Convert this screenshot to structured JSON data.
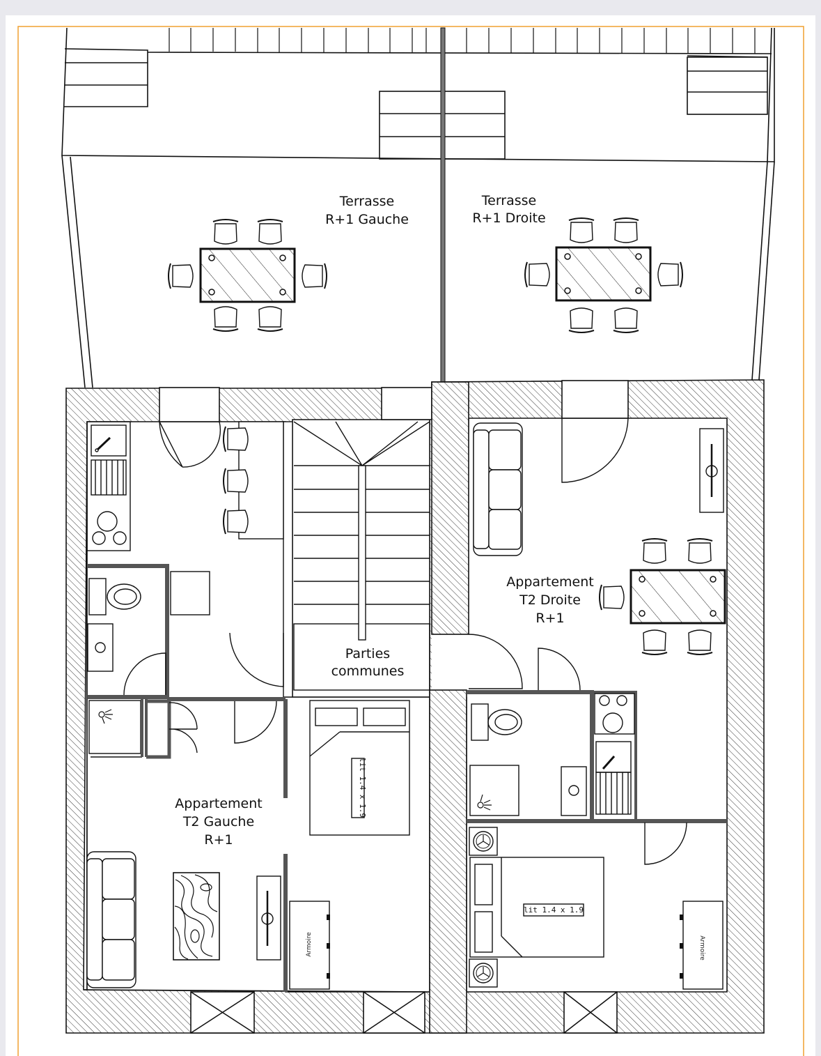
{
  "colors": {
    "page_border": "#f0a030",
    "background": "#e9e9ee",
    "line": "#111111",
    "wall_fill": "#777777"
  },
  "labels": {
    "terrace_left_l1": "Terrasse",
    "terrace_left_l2": "R+1 Gauche",
    "terrace_right_l1": "Terrasse",
    "terrace_right_l2": "R+1 Droite",
    "common_l1": "Parties",
    "common_l2": "communes",
    "apt_right_l1": "Appartement",
    "apt_right_l2": "T2 Droite",
    "apt_right_l3": "R+1",
    "apt_left_l1": "Appartement",
    "apt_left_l2": "T2 Gauche",
    "apt_left_l3": "R+1",
    "bed_left": "lit 1.4 x 1.9",
    "bed_right": "lit 1.4 x 1.9",
    "wardrobe_left": "Armoire",
    "wardrobe_right": "Armoire"
  },
  "icons": [
    "chair-icon",
    "table-icon",
    "sofa-icon",
    "bed-icon",
    "toilet-icon",
    "sink-icon",
    "shower-icon",
    "stove-icon",
    "washing-machine-icon",
    "wardrobe-icon",
    "door-swing-icon",
    "window-icon",
    "staircase-icon",
    "rug-icon",
    "tv-unit-icon"
  ]
}
